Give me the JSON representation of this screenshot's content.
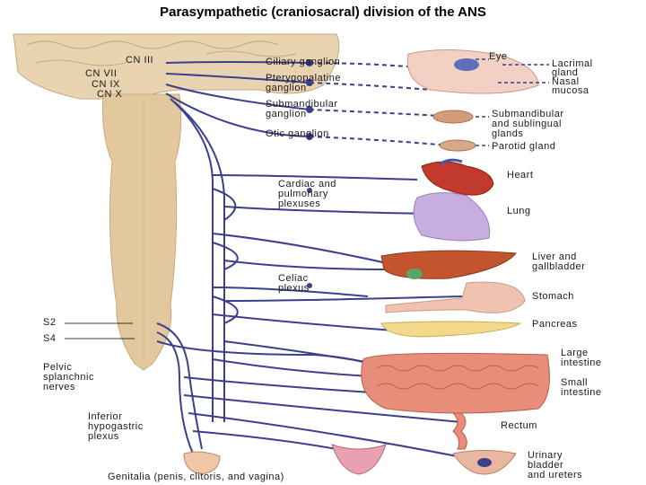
{
  "title": "Parasympathetic (craniosacral) division of the ANS",
  "cranial_nerves": [
    "CN III",
    "CN VII",
    "CN IX",
    "CN X"
  ],
  "sacral": [
    "S2",
    "S4"
  ],
  "pelvic_splanchnic": [
    "Pelvic",
    "splanchnic",
    "nerves"
  ],
  "inferior_hypogastric": [
    "Inferior",
    "hypogastric",
    "plexus"
  ],
  "ganglia": {
    "ciliary": [
      "Ciliary ganglion"
    ],
    "pterygopalatine": [
      "Pterygopalatine",
      "ganglion"
    ],
    "submandibular": [
      "Submandibular",
      "ganglion"
    ],
    "otic": [
      "Otic ganglion"
    ]
  },
  "plexuses": {
    "cardiac": [
      "Cardiac and",
      "pulmonary",
      "plexuses"
    ],
    "celiac": [
      "Celiac",
      "plexus"
    ]
  },
  "organs": {
    "eye": [
      "Eye"
    ],
    "lacrimal": [
      "Lacrimal",
      "gland"
    ],
    "nasal": [
      "Nasal",
      "mucosa"
    ],
    "submandibular_glands": [
      "Submandibular",
      "and sublingual",
      "glands"
    ],
    "parotid": [
      "Parotid gland"
    ],
    "heart": [
      "Heart"
    ],
    "lung": [
      "Lung"
    ],
    "liver": [
      "Liver and",
      "gallbladder"
    ],
    "stomach": [
      "Stomach"
    ],
    "pancreas": [
      "Pancreas"
    ],
    "large_intestine": [
      "Large",
      "intestine"
    ],
    "small_intestine": [
      "Small",
      "intestine"
    ],
    "rectum": [
      "Rectum"
    ],
    "bladder": [
      "Urinary",
      "bladder",
      "and ureters"
    ],
    "genitalia": [
      "Genitalia (penis, clitoris, and vagina)"
    ]
  },
  "colors": {
    "nerve": "#3b3f8c",
    "spinal_cord": "#e3c79e",
    "brain": "#e9d4b2",
    "heart": "#c23a2e",
    "lung": "#c8aee0",
    "liver": "#c2552e",
    "stomach": "#f0c2b0",
    "pancreas": "#f3d98a",
    "intestine": "#e88d7a"
  }
}
